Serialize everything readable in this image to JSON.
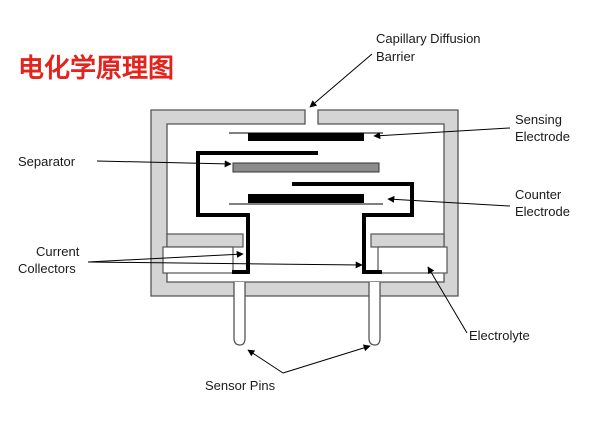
{
  "title": "电化学原理图",
  "labels": {
    "capillary_line1": "Capillary Diffusion",
    "capillary_line2": "Barrier",
    "sensing_line1": "Sensing",
    "sensing_line2": "Electrode",
    "separator": "Separator",
    "counter_line1": "Counter",
    "counter_line2": "Electrode",
    "current_line1": "Current",
    "current_line2": "Collectors",
    "electrolyte": "Electrolyte",
    "sensor_pins": "Sensor Pins"
  },
  "colors": {
    "title": "#e3231c",
    "housing_fill": "#d4d4d4",
    "outline": "#000000",
    "separator_fill": "#8c8c8c"
  }
}
